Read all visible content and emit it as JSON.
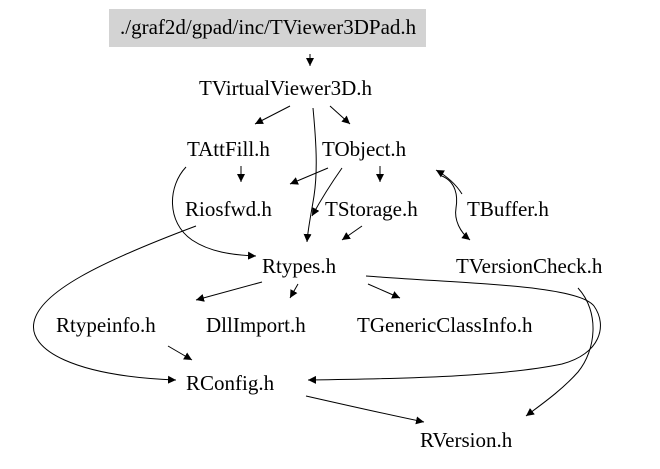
{
  "diagram": {
    "type": "include-dependency-graph",
    "root": "./graf2d/gpad/inc/TViewer3DPad.h",
    "nodes": {
      "root": "./graf2d/gpad/inc/TViewer3DPad.h",
      "tvirtualviewer3d": "TVirtualViewer3D.h",
      "tattfill": "TAttFill.h",
      "tobject": "TObject.h",
      "riosfwd": "Riosfwd.h",
      "tstorage": "TStorage.h",
      "tbuffer": "TBuffer.h",
      "rtypes": "Rtypes.h",
      "tversioncheck": "TVersionCheck.h",
      "rtypeinfo": "Rtypeinfo.h",
      "dllimport": "DllImport.h",
      "tgenericclassinfo": "TGenericClassInfo.h",
      "rconfig": "RConfig.h",
      "rversion": "RVersion.h"
    },
    "edges": [
      [
        "root",
        "tvirtualviewer3d"
      ],
      [
        "tvirtualviewer3d",
        "tattfill"
      ],
      [
        "tvirtualviewer3d",
        "tobject"
      ],
      [
        "tvirtualviewer3d",
        "rtypes"
      ],
      [
        "tattfill",
        "riosfwd"
      ],
      [
        "tattfill",
        "rtypes"
      ],
      [
        "tobject",
        "riosfwd"
      ],
      [
        "tobject",
        "tstorage"
      ],
      [
        "tobject",
        "rtypes"
      ],
      [
        "tobject",
        "tversioncheck"
      ],
      [
        "tbuffer",
        "tobject"
      ],
      [
        "tstorage",
        "rtypes"
      ],
      [
        "rtypes",
        "rtypeinfo"
      ],
      [
        "rtypes",
        "dllimport"
      ],
      [
        "rtypes",
        "tgenericclassinfo"
      ],
      [
        "rtypes",
        "rconfig"
      ],
      [
        "tversioncheck",
        "rversion"
      ],
      [
        "rtypeinfo",
        "rconfig"
      ],
      [
        "riosfwd",
        "rconfig"
      ],
      [
        "rconfig",
        "rversion"
      ]
    ]
  }
}
